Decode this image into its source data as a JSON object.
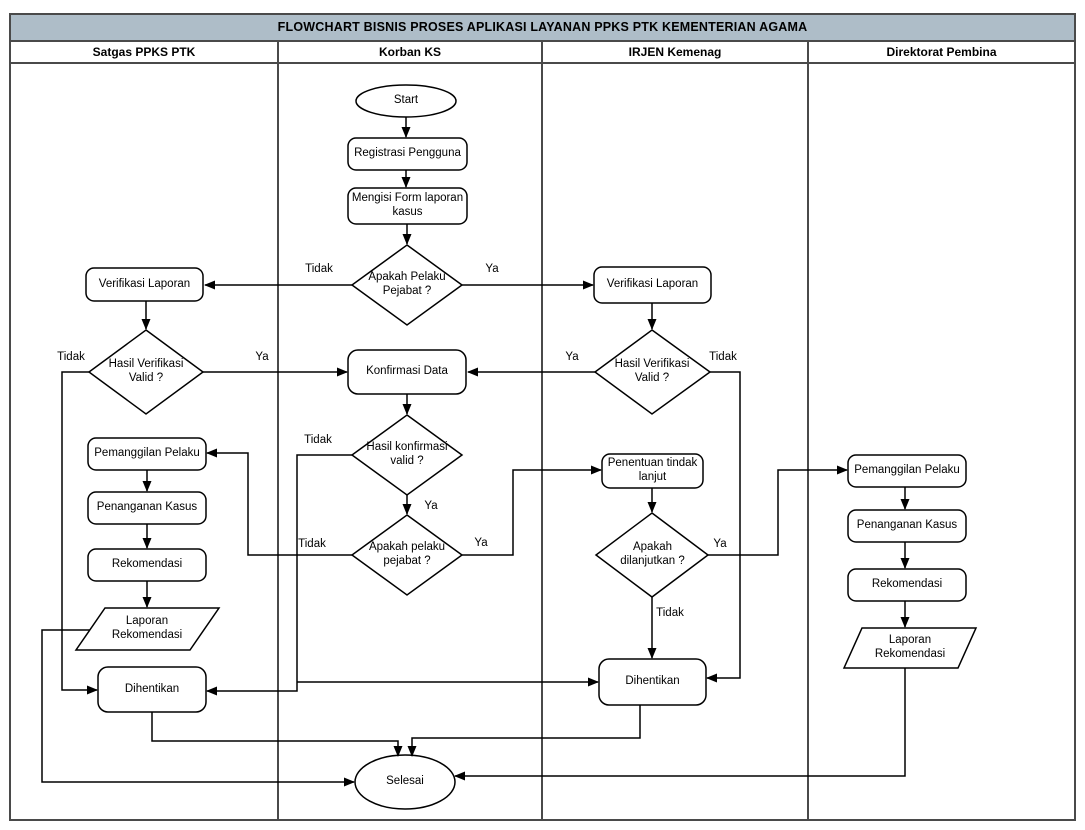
{
  "title": "FLOWCHART BISNIS PROSES APLIKASI LAYANAN PPKS PTK KEMENTERIAN AGAMA",
  "lanes": [
    {
      "id": "satgas",
      "label": "Satgas PPKS PTK"
    },
    {
      "id": "korban",
      "label": "Korban KS"
    },
    {
      "id": "irjen",
      "label": "IRJEN Kemenag"
    },
    {
      "id": "direktorat",
      "label": "Direktorat Pembina"
    }
  ],
  "nodes": {
    "start": {
      "lane": "Korban KS",
      "shape": "terminator",
      "label": "Start"
    },
    "registrasi_pengguna": {
      "lane": "Korban KS",
      "shape": "process",
      "label": "Registrasi Pengguna"
    },
    "mengisi_form": {
      "lane": "Korban KS",
      "shape": "process",
      "label": "Mengisi Form laporan kasus"
    },
    "apakah_pelaku_pejabat_1": {
      "lane": "Korban KS",
      "shape": "decision",
      "label": "Apakah Pelaku Pejabat ?"
    },
    "verifikasi_laporan_satgas": {
      "lane": "Satgas PPKS PTK",
      "shape": "process",
      "label": "Verifikasi Laporan"
    },
    "hasil_verifikasi_satgas": {
      "lane": "Satgas PPKS PTK",
      "shape": "decision",
      "label": "Hasil Verifikasi Valid ?"
    },
    "verifikasi_laporan_irjen": {
      "lane": "IRJEN Kemenag",
      "shape": "process",
      "label": "Verifikasi Laporan"
    },
    "hasil_verifikasi_irjen": {
      "lane": "IRJEN Kemenag",
      "shape": "decision",
      "label": "Hasil Verifikasi Valid ?"
    },
    "konfirmasi_data": {
      "lane": "Korban KS",
      "shape": "process",
      "label": "Konfirmasi Data"
    },
    "hasil_konfirmasi_valid": {
      "lane": "Korban KS",
      "shape": "decision",
      "label": "Hasil konfirmasi valid ?"
    },
    "apakah_pelaku_pejabat_2": {
      "lane": "Korban KS",
      "shape": "decision",
      "label": "Apakah pelaku pejabat ?"
    },
    "pemanggilan_pelaku_satgas": {
      "lane": "Satgas PPKS PTK",
      "shape": "process",
      "label": "Pemanggilan Pelaku"
    },
    "penanganan_kasus_satgas": {
      "lane": "Satgas PPKS PTK",
      "shape": "process",
      "label": "Penanganan Kasus"
    },
    "rekomendasi_satgas": {
      "lane": "Satgas PPKS PTK",
      "shape": "process",
      "label": "Rekomendasi"
    },
    "laporan_rekomendasi_satgas": {
      "lane": "Satgas PPKS PTK",
      "shape": "data",
      "label": "Laporan Rekomendasi"
    },
    "dihentikan_satgas": {
      "lane": "Satgas PPKS PTK",
      "shape": "process",
      "label": "Dihentikan"
    },
    "penentuan_tindak_lanjut": {
      "lane": "IRJEN Kemenag",
      "shape": "process",
      "label": "Penentuan tindak lanjut"
    },
    "apakah_dilanjutkan": {
      "lane": "IRJEN Kemenag",
      "shape": "decision",
      "label": "Apakah dilanjutkan ?"
    },
    "dihentikan_irjen": {
      "lane": "IRJEN Kemenag",
      "shape": "process",
      "label": "Dihentikan"
    },
    "pemanggilan_pelaku_direktorat": {
      "lane": "Direktorat Pembina",
      "shape": "process",
      "label": "Pemanggilan Pelaku"
    },
    "penanganan_kasus_direktorat": {
      "lane": "Direktorat Pembina",
      "shape": "process",
      "label": "Penanganan Kasus"
    },
    "rekomendasi_direktorat": {
      "lane": "Direktorat Pembina",
      "shape": "process",
      "label": "Rekomendasi"
    },
    "laporan_rekomendasi_direktorat": {
      "lane": "Direktorat Pembina",
      "shape": "data",
      "label": "Laporan Rekomendasi"
    },
    "selesai": {
      "lane": "Korban KS",
      "shape": "terminator",
      "label": "Selesai"
    }
  },
  "edges": [
    {
      "from": "start",
      "to": "registrasi_pengguna"
    },
    {
      "from": "registrasi_pengguna",
      "to": "mengisi_form"
    },
    {
      "from": "mengisi_form",
      "to": "apakah_pelaku_pejabat_1"
    },
    {
      "from": "apakah_pelaku_pejabat_1",
      "to": "verifikasi_laporan_satgas",
      "label": "Tidak"
    },
    {
      "from": "apakah_pelaku_pejabat_1",
      "to": "verifikasi_laporan_irjen",
      "label": "Ya"
    },
    {
      "from": "verifikasi_laporan_satgas",
      "to": "hasil_verifikasi_satgas"
    },
    {
      "from": "hasil_verifikasi_satgas",
      "to": "konfirmasi_data",
      "label": "Ya"
    },
    {
      "from": "hasil_verifikasi_satgas",
      "to": "dihentikan_satgas",
      "label": "Tidak"
    },
    {
      "from": "verifikasi_laporan_irjen",
      "to": "hasil_verifikasi_irjen"
    },
    {
      "from": "hasil_verifikasi_irjen",
      "to": "konfirmasi_data",
      "label": "Ya"
    },
    {
      "from": "hasil_verifikasi_irjen",
      "to": "dihentikan_irjen",
      "label": "Tidak"
    },
    {
      "from": "konfirmasi_data",
      "to": "hasil_konfirmasi_valid"
    },
    {
      "from": "hasil_konfirmasi_valid",
      "to": "dihentikan_satgas",
      "label": "Tidak"
    },
    {
      "from": "hasil_konfirmasi_valid",
      "to": "dihentikan_irjen"
    },
    {
      "from": "hasil_konfirmasi_valid",
      "to": "apakah_pelaku_pejabat_2",
      "label": "Ya"
    },
    {
      "from": "apakah_pelaku_pejabat_2",
      "to": "pemanggilan_pelaku_satgas",
      "label": "Tidak"
    },
    {
      "from": "apakah_pelaku_pejabat_2",
      "to": "penentuan_tindak_lanjut",
      "label": "Ya"
    },
    {
      "from": "pemanggilan_pelaku_satgas",
      "to": "penanganan_kasus_satgas"
    },
    {
      "from": "penanganan_kasus_satgas",
      "to": "rekomendasi_satgas"
    },
    {
      "from": "rekomendasi_satgas",
      "to": "laporan_rekomendasi_satgas"
    },
    {
      "from": "laporan_rekomendasi_satgas",
      "to": "selesai"
    },
    {
      "from": "dihentikan_satgas",
      "to": "selesai"
    },
    {
      "from": "penentuan_tindak_lanjut",
      "to": "apakah_dilanjutkan"
    },
    {
      "from": "apakah_dilanjutkan",
      "to": "pemanggilan_pelaku_direktorat",
      "label": "Ya"
    },
    {
      "from": "apakah_dilanjutkan",
      "to": "dihentikan_irjen",
      "label": "Tidak"
    },
    {
      "from": "dihentikan_irjen",
      "to": "selesai"
    },
    {
      "from": "pemanggilan_pelaku_direktorat",
      "to": "penanganan_kasus_direktorat"
    },
    {
      "from": "penanganan_kasus_direktorat",
      "to": "rekomendasi_direktorat"
    },
    {
      "from": "rekomendasi_direktorat",
      "to": "laporan_rekomendasi_direktorat"
    },
    {
      "from": "laporan_rekomendasi_direktorat",
      "to": "selesai"
    }
  ],
  "colors": {
    "title_bg": "#aebdc8",
    "lane_border": "#4a4a4a",
    "shape_stroke": "#000000",
    "shape_fill": "#ffffff"
  }
}
